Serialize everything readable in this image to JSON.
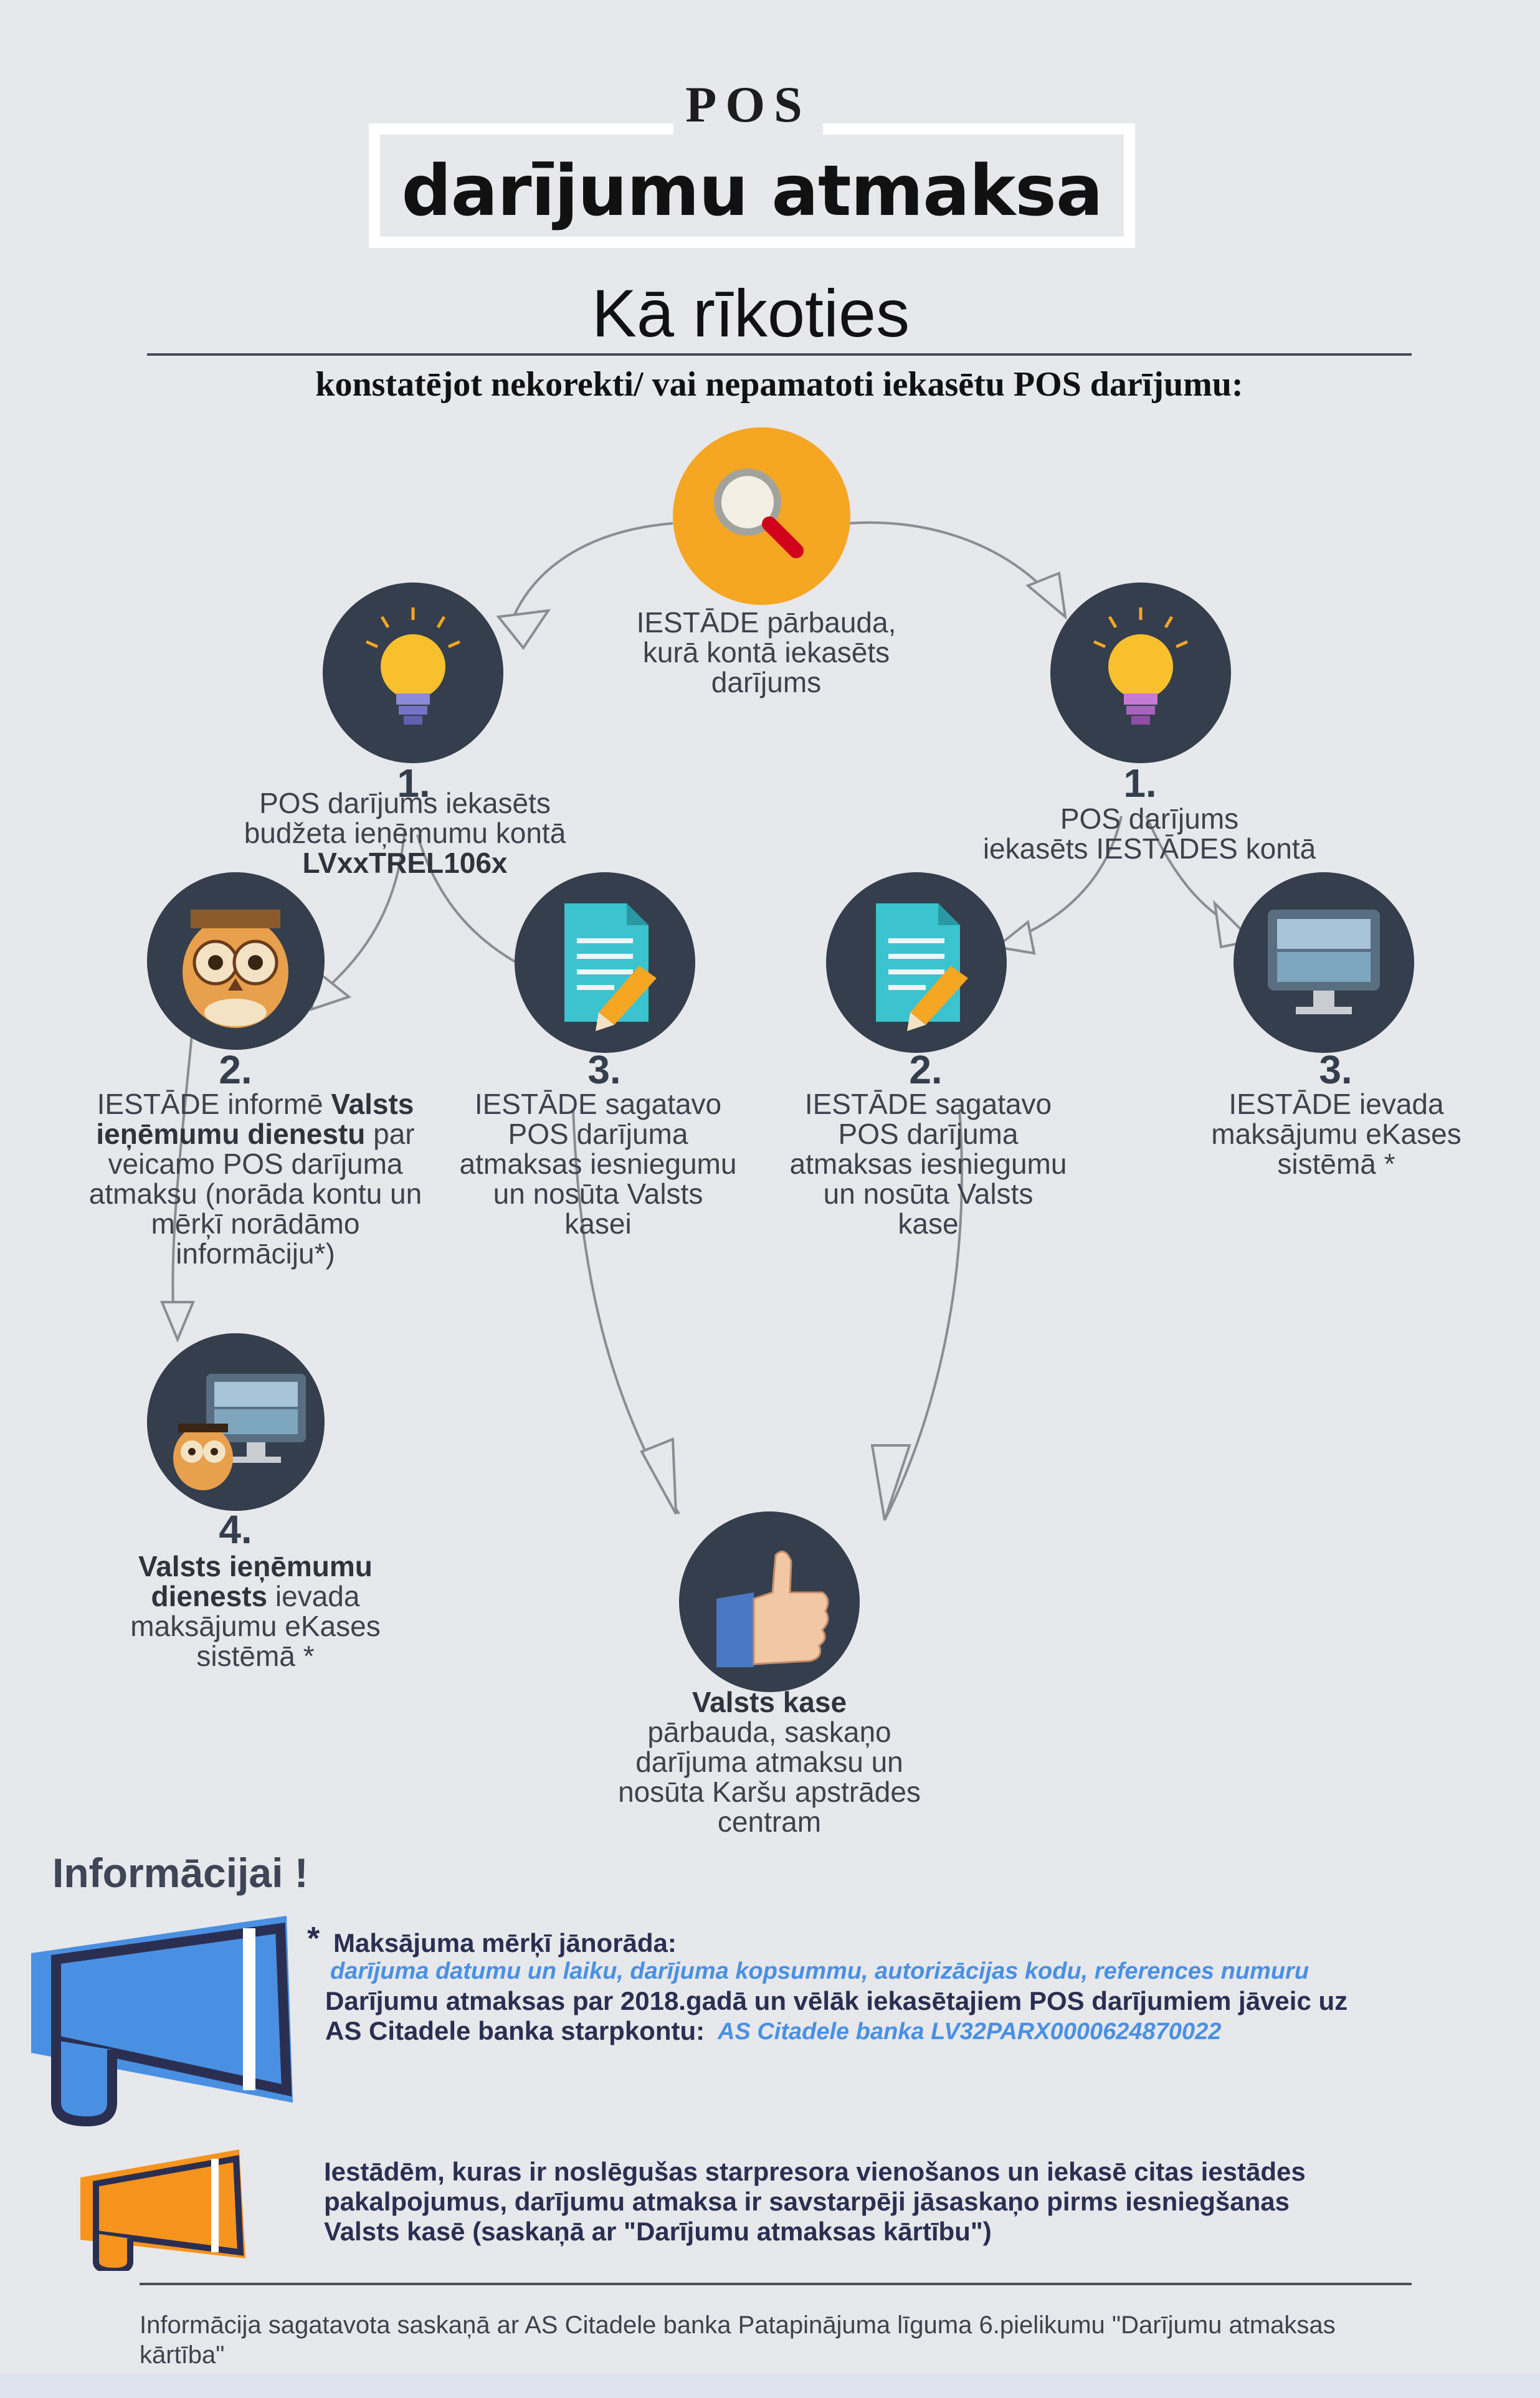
{
  "header": {
    "pos_label": "POS",
    "title": "darījumu atmaksa",
    "subtitle": "Kā rīkoties",
    "question": "konstatējot nekorekti/ vai nepamatoti iekasētu POS darījumu:"
  },
  "top_step": {
    "text_lines": [
      "IESTĀDE pārbauda,",
      "kurā kontā iekasēts",
      "darījums"
    ],
    "icon": "magnifier-icon",
    "color": "#f5a623"
  },
  "left_branch": {
    "step1": {
      "number": "1.",
      "lines": [
        "POS darījums iekasēts",
        "budžeta ieņēmumu kontā"
      ],
      "bold_line": "LVxxTREL106x",
      "icon": "lightbulb-icon"
    },
    "step2": {
      "number": "2.",
      "line1_a": "IESTĀDE informē ",
      "line1_b": "Valsts",
      "line2_a": "ieņēmumu dienestu",
      "line2_b": "  par",
      "lines": [
        "veicamo POS darījuma",
        "atmaksu (norāda kontu un",
        "mērķī norādāmo",
        "informāciju*)"
      ],
      "icon": "owl-icon"
    },
    "step3": {
      "number": "3.",
      "lines": [
        "IESTĀDE sagatavo",
        "POS darījuma",
        "atmaksas iesniegumu",
        "un nosūta Valsts",
        "kasei"
      ],
      "icon": "document-pencil-icon"
    },
    "step4": {
      "number": "4.",
      "bold_lines": [
        "Valsts ieņēmumu",
        "dienests"
      ],
      "rest_line2": " ievada",
      "lines": [
        "maksājumu eKases",
        "sistēmā  *"
      ],
      "icon": "owl-computer-icon"
    }
  },
  "right_branch": {
    "step1": {
      "number": "1.",
      "lines": [
        "POS darījums",
        "iekasēts IESTĀDES kontā"
      ],
      "icon": "lightbulb-icon"
    },
    "step2": {
      "number": "2.",
      "lines": [
        "IESTĀDE sagatavo",
        "POS darījuma",
        "atmaksas iesniegumu",
        "un nosūta Valsts",
        "kase"
      ],
      "icon": "document-pencil-icon"
    },
    "step3": {
      "number": "3.",
      "lines": [
        "IESTĀDE ievada",
        "maksājumu eKases",
        "sistēmā *"
      ],
      "icon": "computer-monitor-icon"
    }
  },
  "final_step": {
    "bold": "Valsts kase",
    "lines": [
      "pārbauda, saskaņo",
      "darījuma atmaksu un",
      "nosūta Karšu apstrādes",
      "centram"
    ],
    "icon": "thumbs-up-icon"
  },
  "info": {
    "title": "Informācijai !",
    "star": "*",
    "purpose_heading": "Maksājuma mērķī jānorāda:",
    "purpose_detail": "darījuma datumu un laiku, darījuma kopsummu, autorizācijas kodu, references numuru",
    "line1": "Darījumu atmaksas par 2018.gadā un vēlāk iekasētajiem POS darījumiem jāveic uz",
    "line2": "AS Citadele banka starpkontu:",
    "account": "AS Citadele banka LV32PARX0000624870022",
    "note_lines": [
      "Iestādēm, kuras ir noslēgušas starpresora vienošanos un iekasē citas iestādes",
      "pakalpojumus, darījumu atmaksa ir savstarpēji jāsaskaņo pirms iesniegšanas",
      "Valsts kasē (saskaņā ar \"Darījumu atmaksas kārtību\")"
    ],
    "megaphone_blue": "megaphone-icon",
    "megaphone_orange": "megaphone-icon",
    "blue": "#4a90e2",
    "orange": "#f7941d",
    "navy": "#2a2f52"
  },
  "footer": {
    "text_line1": "Informācija sagatavota saskaņā ar AS Citadele banka Patapinājuma līguma 6.pielikumu \"Darījumu atmaksas",
    "text_line2": "kārtība\""
  }
}
